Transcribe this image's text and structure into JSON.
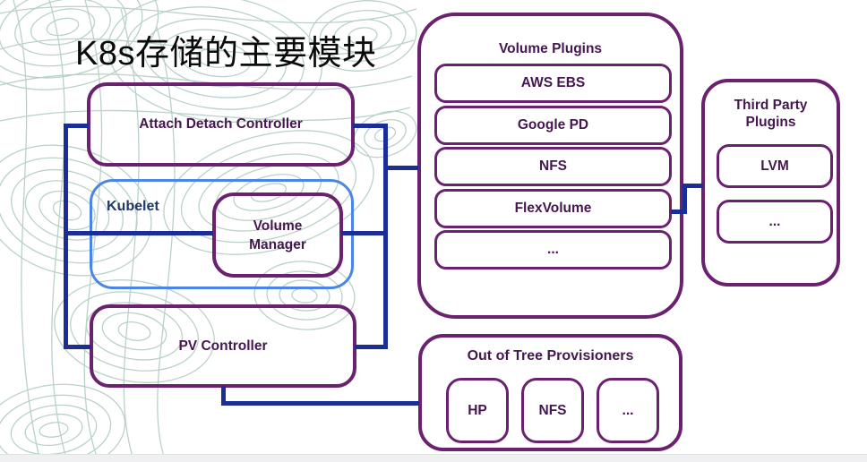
{
  "title": "K8s存储的主要模块",
  "colors": {
    "box_border_purple": "#6b2170",
    "box_text_purple": "#45174f",
    "connector_navy": "#1b2d96",
    "kubelet_border_blue": "#4a86e8",
    "kubelet_text_navy": "#1f3864",
    "contour_pattern": "#a9c6bb",
    "title_black": "#0b0b0b"
  },
  "boxes": {
    "attach_detach": {
      "label": "Attach Detach Controller"
    },
    "kubelet": {
      "label": "Kubelet"
    },
    "volume_manager": {
      "label": "Volume Manager"
    },
    "pv_controller": {
      "label": "PV Controller"
    },
    "volume_plugins": {
      "label": "Volume Plugins",
      "items": [
        "AWS EBS",
        "Google PD",
        "NFS",
        "FlexVolume",
        "..."
      ]
    },
    "third_party": {
      "label": "Third Party Plugins",
      "items": [
        "LVM",
        "..."
      ]
    },
    "out_of_tree": {
      "label": "Out of Tree Provisioners",
      "items": [
        "HP",
        "NFS",
        "..."
      ]
    }
  }
}
